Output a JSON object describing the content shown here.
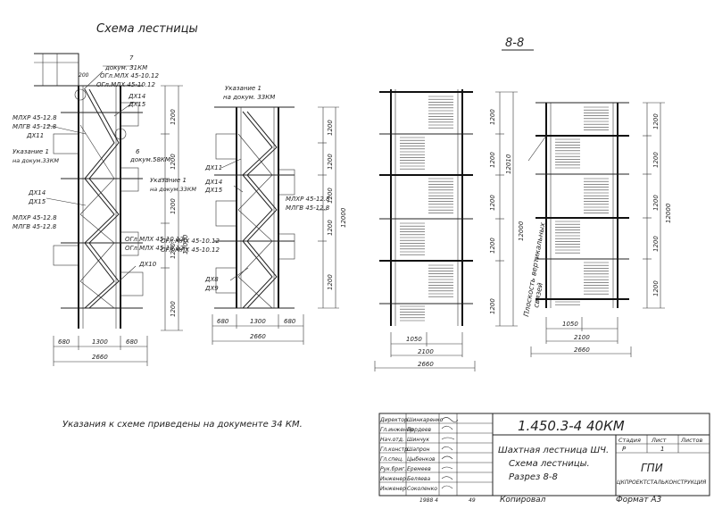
{
  "scheme_title": "Схема лестницы",
  "section_title": "8-8",
  "note": "Указания к схеме приведены на документе 34 КМ.",
  "left_view": {
    "callouts": [
      "7",
      "докум. 31КМ",
      "ОГл.МЛХ 45-10.12",
      "ОГл.МЛХ 45-10.12",
      "ДХ14",
      "ДХ15",
      "МЛХР 45-12.8",
      "МЛГВ 45-12.8",
      "ДХ11",
      "Указание 1",
      "на докум.33КМ",
      "6",
      "докум.58КМ",
      "ДХ14",
      "ДХ15",
      "МЛХР 45-12.8",
      "МЛГВ 45-12.8",
      "ОГл.МЛХ 45-10.12",
      "ОГл.МЛХ 45-10.12",
      "ДХ10",
      "200"
    ],
    "dims_right": [
      "1200",
      "1200",
      "1200",
      "1200",
      "1200"
    ],
    "dim_total": "12000",
    "dims_bottom": [
      "680",
      "1300",
      "680"
    ],
    "dim_bottom_total": "2660"
  },
  "mid_view": {
    "callouts": [
      "Указание 1",
      "на докум. 33КМ",
      "Указание 1",
      "на докум.33КМ",
      "ДХ11",
      "ДХ14",
      "ДХ15",
      "МЛХР 45-12.8",
      "МЛГВ 45-12.8",
      "ОГл.МЛХ 45-10.12",
      "ОГл.МЛХ 45-10.12",
      "ДХ8",
      "ДХ9"
    ],
    "dims_right": [
      "1200",
      "1200",
      "1200",
      "1200",
      "1200"
    ],
    "dim_total": "12000",
    "dims_bottom": [
      "680",
      "1300",
      "680"
    ],
    "dim_bottom_total": "2660"
  },
  "section_left": {
    "dims_right": [
      "1200",
      "1200",
      "1200",
      "1200",
      "1200"
    ],
    "dim_total": "12000",
    "dim_inner": "12010",
    "dims_bottom": [
      "1050",
      "2100",
      "2660"
    ]
  },
  "section_right": {
    "plane_label_1": "Плоскость вертикальных",
    "plane_label_2": "связей",
    "dims_right": [
      "1200",
      "1200",
      "1200",
      "1200",
      "1200"
    ],
    "dim_total": "12000",
    "dims_bottom": [
      "1050",
      "2100",
      "2660"
    ]
  },
  "title_block": {
    "roles": [
      "Директор",
      "Гл.инженер",
      "Нач.отд.",
      "Гл.констр.",
      "Гл.спец.",
      "Рук.бриг.",
      "Инженер",
      "Инженер"
    ],
    "names": [
      "Шинкаренко",
      "Пордеев",
      "Шинчук",
      "Шапрон",
      "Цыбенков",
      "Еремеев",
      "Беляева",
      "Соколенко"
    ],
    "designation": "1.450.3-4 40КМ",
    "name_1": "Шахтная лестница ШЧ.",
    "name_2": "Схема лестницы.",
    "name_3": "Разрез 8-8",
    "col_stage": "Стадия",
    "col_sheet": "Лист",
    "col_sheets": "Листов",
    "val_stage": "Р",
    "val_sheet": "1",
    "org_1": "ГПИ",
    "org_2": "ЦКПРОЕКТСТАЛЬКОНСТРУКЦИЯ",
    "year": "1988 4",
    "number": "49",
    "copied": "Копировал",
    "format": "Формат А3"
  }
}
